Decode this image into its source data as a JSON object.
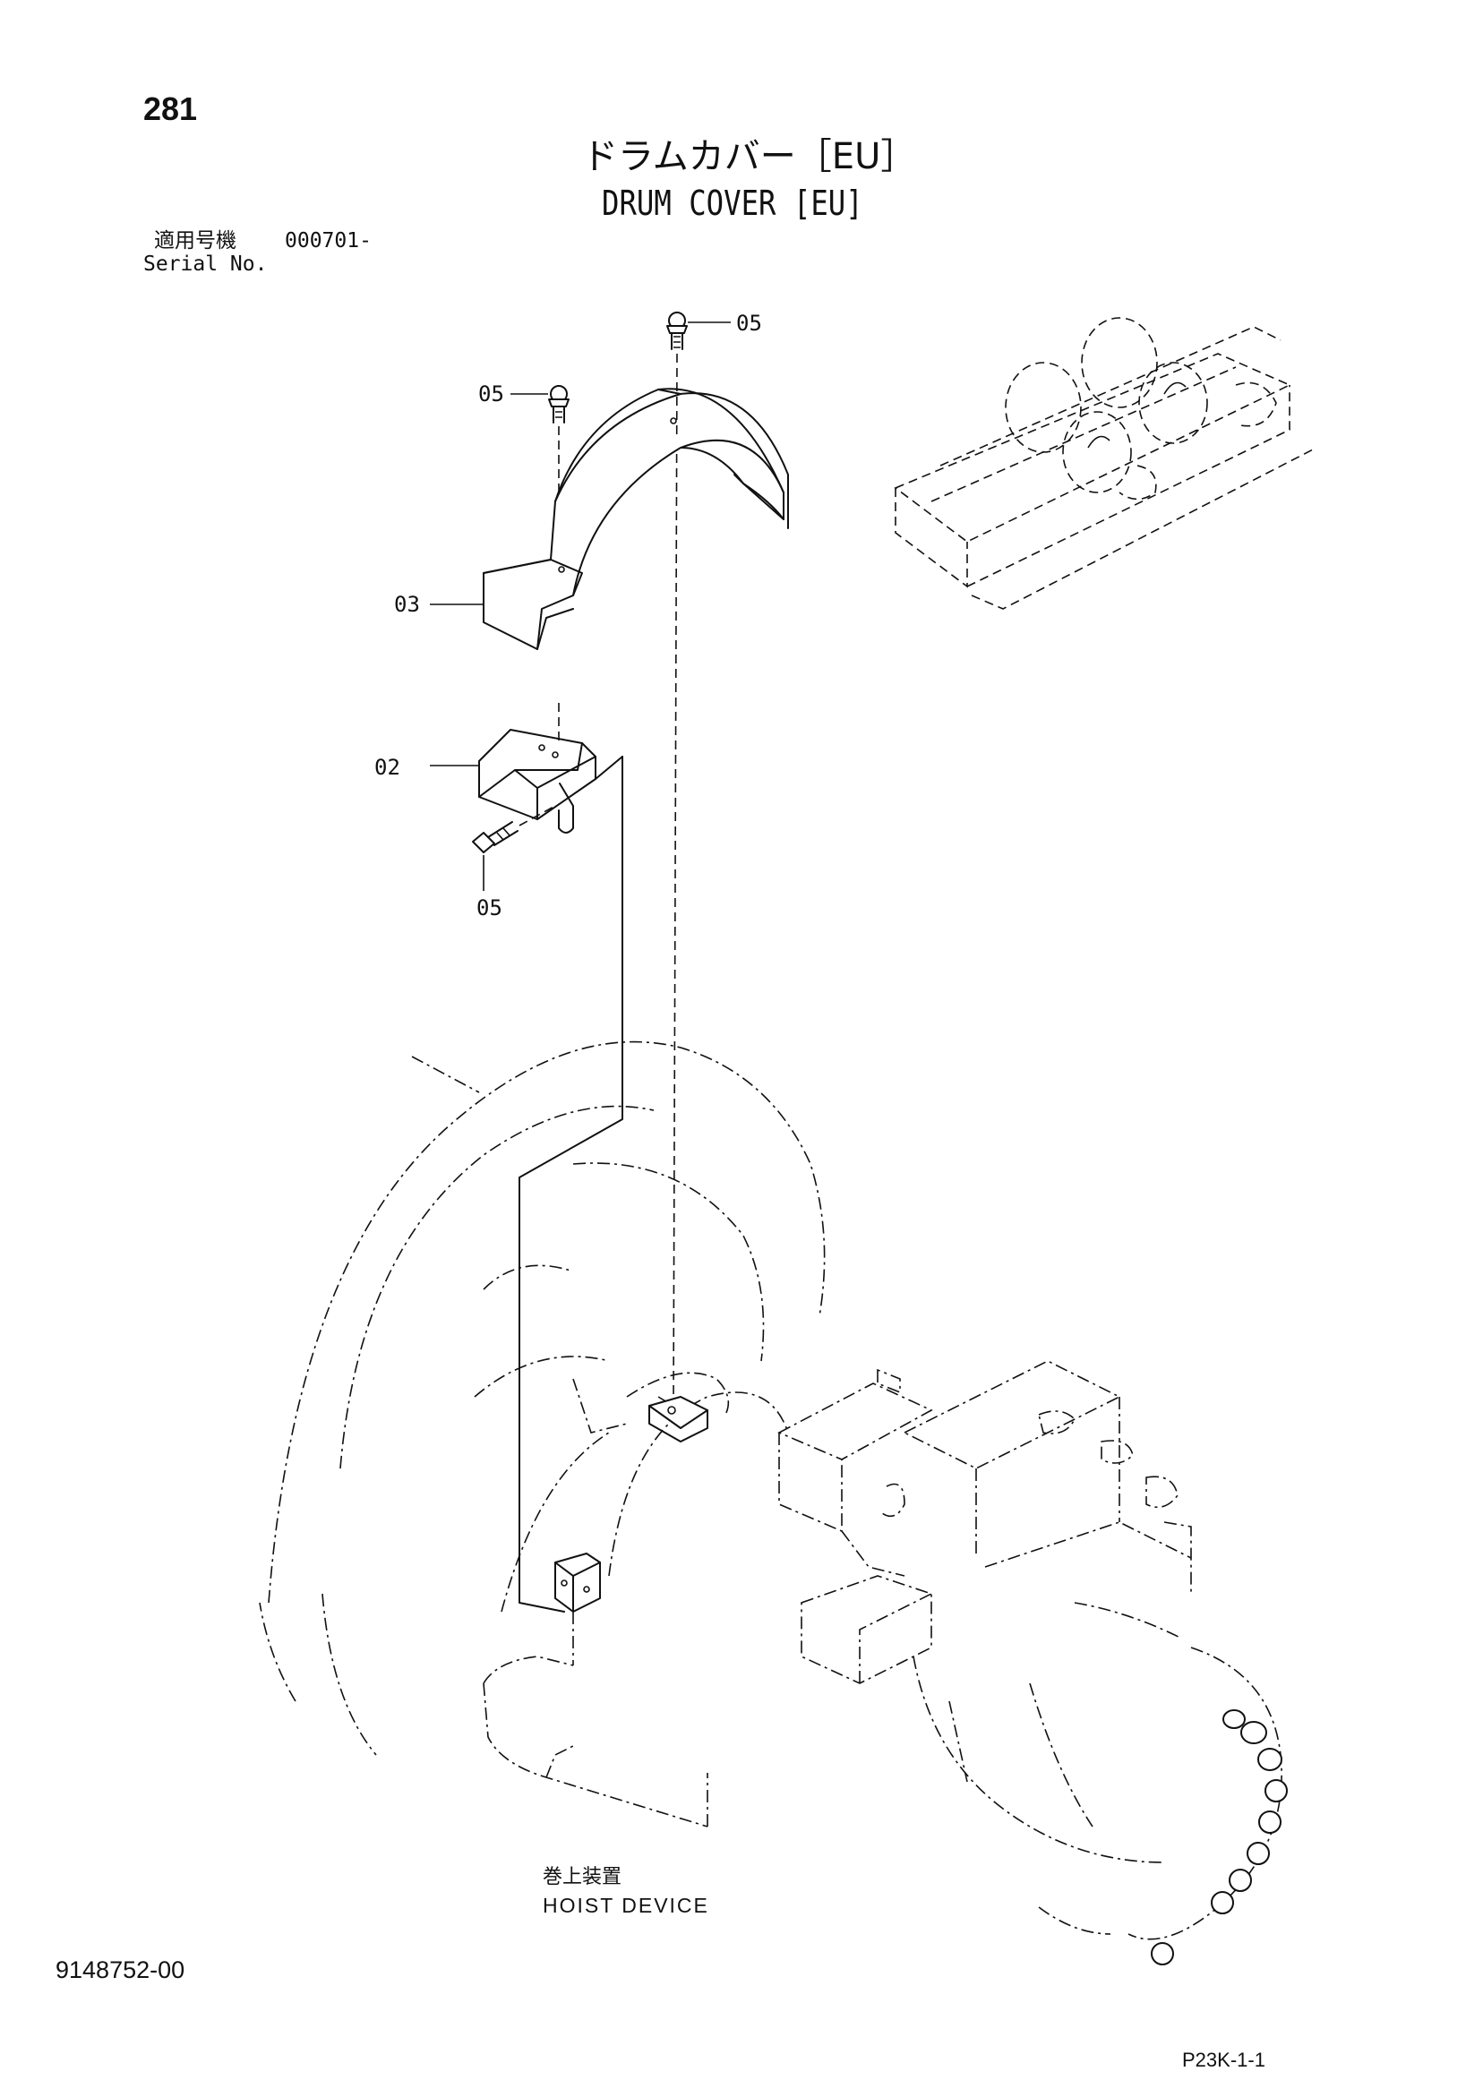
{
  "page_number": "281",
  "title": {
    "japanese": "ドラムカバー［EU］",
    "english": "DRUM COVER [EU]"
  },
  "serial": {
    "label_japanese": "適用号機",
    "label_english": "Serial No.",
    "value": "000701-"
  },
  "callouts": {
    "bolt_top": "05",
    "bolt_left": "05",
    "cover": "03",
    "bracket": "02",
    "bolt_bracket": "05"
  },
  "assembly_label": {
    "japanese": "巻上装置",
    "english": "HOIST DEVICE"
  },
  "document_number": "9148752-00",
  "figure_code": "P23K-1-1"
}
